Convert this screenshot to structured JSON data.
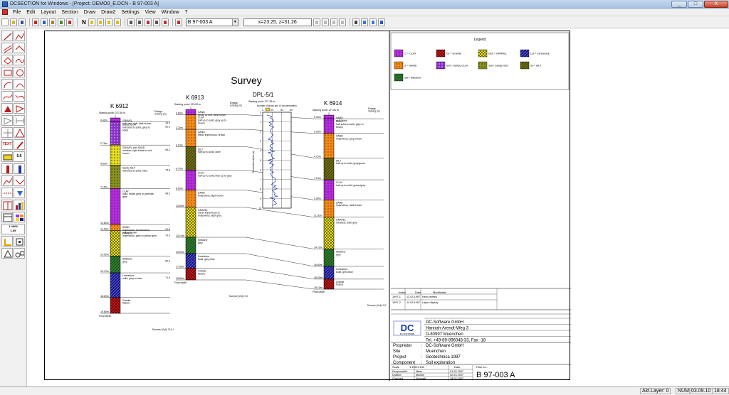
{
  "window": {
    "title": "DCSECTION for Windows - [Project: DEMO0_E.DCN - B 97-003 A]",
    "controls": [
      "_",
      "□",
      "X"
    ]
  },
  "menu": [
    "File",
    "Edit",
    "Layout",
    "Section",
    "Draw",
    "Draw2",
    "Settings",
    "View",
    "Window",
    "?"
  ],
  "toolbar": {
    "n_label": "N",
    "drawing_select": "B 97-003 A",
    "coordinates": "x=23.25, z=31.26"
  },
  "leftbar": {
    "text_label": "TEXT",
    "scale_label": "5.6",
    "zoom_label": "1:1000",
    "ratio_label": "1.55"
  },
  "status": {
    "layer": "Akt.Layer: 0",
    "num": "NUM",
    "date": "03.09.10",
    "time": "18:44"
  },
  "drawing": {
    "title": "Survey",
    "boreholes": [
      {
        "name": "K 6912",
        "start": "Starting point: 227.66 m",
        "meas": "Einlage-\nrerbung (m)",
        "final": "Final depth",
        "summe": "Summe [Vol]: 714.1",
        "layers": [
          {
            "depth": "0.40m",
            "text": "GRAVEL\nsoft, very soft, dark brown",
            "soil": "clay",
            "top": 0.0,
            "bottom": 0.4,
            "val": "15.0"
          },
          {
            "depth": "2.75m",
            "text": "Sandy CLAY\nhalf solid to solid, grey to\nblack",
            "soil": "sclay",
            "top": 0.4,
            "bottom": 2.75,
            "val": "52.3"
          },
          {
            "depth": "4.80m",
            "text": "GRAVEL and SAND\nmedium, light brown to red\nbrown",
            "soil": "gsand",
            "top": 2.75,
            "bottom": 4.8,
            "val": "66.4"
          },
          {
            "depth": "7.15m",
            "text": "Sandy SILT\nhalf solid to solid, olive",
            "soil": "ssilt",
            "top": 4.8,
            "bottom": 7.15,
            "val": "75.8"
          },
          {
            "depth": "10.80m",
            "text": "CLAY\nsolid, bluish grey to greenish\ngrey",
            "soil": "clay",
            "top": 7.15,
            "bottom": 10.8,
            "val": "98.3"
          },
          {
            "depth": "11.40m",
            "text": "SAND\nimpervious, red brown to\nyellow brown",
            "soil": "sand",
            "top": 10.8,
            "bottom": 11.4,
            "val": "31.5"
          },
          {
            "depth": "14.00m",
            "text": "GRAVEL\nimpervious, grey to yellow grey",
            "soil": "gravel",
            "top": 11.4,
            "bottom": 14.0,
            "val": "70.0"
          },
          {
            "depth": "15.70m",
            "text": "Siltstone\ngrey",
            "soil": "silts",
            "top": 14.0,
            "bottom": 15.7,
            "val": "52.0"
          },
          {
            "depth": "18.20m",
            "text": "Limestone\nsolid, grey to blue",
            "soil": "lime",
            "top": 15.7,
            "bottom": 18.2,
            "val": "71.6"
          },
          {
            "depth": "19.80m",
            "text": "Granite\nfissure",
            "soil": "granite",
            "top": 18.2,
            "bottom": 19.8,
            "val": ""
          }
        ]
      },
      {
        "name": "K 6913",
        "start": "Starting point: 229.80 m",
        "meas": "Einlage-\nrerbung (m)",
        "final": "Final depth",
        "summe": "Summe [Vol]: 0.0",
        "layers": [
          {
            "depth": "0.60m",
            "text": "SAND\npeaty, to soft, dark brown",
            "soil": "clay",
            "top": 0.0,
            "bottom": 0.6,
            "val": ""
          },
          {
            "depth": "2.20m",
            "text": "CLAY\nhalf up to solid, grey up to\nbrown",
            "soil": "sand",
            "top": 0.6,
            "bottom": 2.2,
            "val": ""
          },
          {
            "depth": "4.10m",
            "text": "SAND\nmean impervious, brown",
            "soil": "sand",
            "top": 2.2,
            "bottom": 4.1,
            "val": ""
          },
          {
            "depth": "6.70m",
            "text": "SILT\nhalf up to solid, olive",
            "soil": "silt",
            "top": 4.1,
            "bottom": 6.7,
            "val": ""
          },
          {
            "depth": "8.90m",
            "text": "CLAY\nhalf up to solid, blue up to grey",
            "soil": "clay",
            "top": 6.7,
            "bottom": 8.9,
            "val": ""
          },
          {
            "depth": "10.80m",
            "text": "SAND\nimpervious, light brown",
            "soil": "sand",
            "top": 8.9,
            "bottom": 10.8,
            "val": ""
          },
          {
            "depth": "14.10m",
            "text": "GRAVEL\nmean impervious to\nimpervious, light grey",
            "soil": "gravel",
            "top": 10.8,
            "bottom": 14.1,
            "val": ""
          },
          {
            "depth": "15.90m",
            "text": "Siltstone\ngrey",
            "soil": "silts",
            "top": 14.1,
            "bottom": 15.9,
            "val": ""
          },
          {
            "depth": "17.50m",
            "text": "Limestone\nsolid, grey-blue",
            "soil": "lime",
            "top": 15.9,
            "bottom": 17.5,
            "val": ""
          },
          {
            "depth": "18.80m",
            "text": "Granite\nfissure",
            "soil": "granite",
            "top": 17.5,
            "bottom": 18.8,
            "val": ""
          }
        ]
      },
      {
        "name": "K 6914",
        "start": "Starting point: 227.80 m",
        "meas": "Einlage-\nrerbung (m)",
        "final": "Final depth",
        "summe": "Summe [Vol]: 0.0",
        "layers": [
          {
            "depth": "0.40m",
            "text": "SAND\nsoft, black",
            "soil": "clay",
            "top": 0.0,
            "bottom": 0.4,
            "val": ""
          },
          {
            "depth": "2.00m",
            "text": "CLAY\nhalf solid to solid, grey to\nbrown",
            "soil": "clay",
            "top": 0.4,
            "bottom": 2.0,
            "val": ""
          },
          {
            "depth": "4.70m",
            "text": "SAND\nimpervious, grey brown",
            "soil": "sand",
            "top": 2.0,
            "bottom": 4.7,
            "val": ""
          },
          {
            "depth": "7.10m",
            "text": "SILT\nhalf up to solid, grey/green",
            "soil": "silt",
            "top": 4.7,
            "bottom": 7.1,
            "val": ""
          },
          {
            "depth": "9.30m",
            "text": "CLAY\nhalf up to solid, green/grey",
            "soil": "clay",
            "top": 7.1,
            "bottom": 9.3,
            "val": ""
          },
          {
            "depth": "11.20m",
            "text": "SAND\nimpervious, dark brown",
            "soil": "sand",
            "top": 9.3,
            "bottom": 11.2,
            "val": ""
          },
          {
            "depth": "14.70m",
            "text": "GRAVEL\nmedious, dark grey",
            "soil": "gravel",
            "top": 11.2,
            "bottom": 14.7,
            "val": ""
          },
          {
            "depth": "16.60m",
            "text": "Siltstone\ngrey",
            "soil": "silts",
            "top": 14.7,
            "bottom": 16.6,
            "val": ""
          },
          {
            "depth": "18.00m",
            "text": "Limestone\nsolid, grey-blue",
            "soil": "lime",
            "top": 16.6,
            "bottom": 18.0,
            "val": ""
          },
          {
            "depth": "19.10m",
            "text": "Granite\nfissure",
            "soil": "granite",
            "top": 18.0,
            "bottom": 19.1,
            "val": ""
          }
        ]
      }
    ],
    "dpl": {
      "name": "DPL-5/1",
      "start": "Starting point: 227.35 m",
      "axis_label": "Number of blows per 10 cm penetration",
      "ticks": [
        "0",
        "20",
        "40",
        "60"
      ],
      "depth_label": "Penetration depth (m)",
      "depth_ticks": [
        "0",
        "1",
        "2",
        "3",
        "4",
        "5",
        "6",
        "7",
        "8",
        "9",
        "10"
      ]
    },
    "legend": {
      "title": "Legend",
      "items": [
        {
          "label": "C  = CLAY",
          "soil": "clay"
        },
        {
          "label": "Gr = Granite",
          "soil": "granite"
        },
        {
          "label": "G/S = GRAVEL",
          "soil": "gravel"
        },
        {
          "label": "Lst = Limestone",
          "soil": "lime"
        },
        {
          "label": "S  = SAND",
          "soil": "sand"
        },
        {
          "label": "SCl= Sandy CLAY",
          "soil": "sclay"
        },
        {
          "label": "SSi= Sandy SILT",
          "soil": "ssilt"
        },
        {
          "label": "Si = SILT",
          "soil": "silt"
        },
        {
          "label": "Sst= Siltstone",
          "soil": "silts"
        }
      ]
    },
    "revisions": {
      "headers": [
        "Index",
        "Date",
        "Modificatio"
      ],
      "rows": [
        [
          "1997-1",
          "12.03.1997",
          "New profiles"
        ],
        [
          "1997-2",
          "14.03.1997",
          "Layer display"
        ]
      ]
    },
    "company": {
      "logo": "DC",
      "logo_sub": "DC SOFTWARE",
      "lines": [
        "DC-Software GmbH",
        "Hannah-Arendt-Weg 3",
        "D-80997 Muenchen",
        "Tel. +49-89-896048-33, Fax -18"
      ]
    },
    "project_info": [
      {
        "key": "Proprietor",
        "value": "DC-Software GmbH"
      },
      {
        "key": "Site",
        "value": "Muenchen"
      },
      {
        "key": "Project",
        "value": "Geotechnica 1997"
      },
      {
        "key": "Component",
        "value": "Soil exploration"
      }
    ],
    "signoff": {
      "scale_label": "Scale",
      "scale_value": "1:100/1:150",
      "date_label": "Date",
      "plan_label": "Plan no.:",
      "plan_no": "B 97-003 A",
      "rows": [
        {
          "role": "Responsible",
          "name": "Meier",
          "date": "01.03.1997"
        },
        {
          "role": "Drafted",
          "name": "Mueller",
          "date": "02.03.1997"
        },
        {
          "role": "Checked",
          "name": "Schmidt",
          "date": "18.03.1997"
        }
      ]
    },
    "colors": {
      "clay": "#b22ed8",
      "sand": "#f08a1a",
      "silt": "#6c6c14",
      "ssilt": "#8c9222",
      "sclay": "#8a2ec8",
      "gravel": "#e8e018",
      "gsand": "#e8e018",
      "silts": "#2e7a2e",
      "lime": "#1a1a90",
      "granite": "#c81818"
    }
  }
}
